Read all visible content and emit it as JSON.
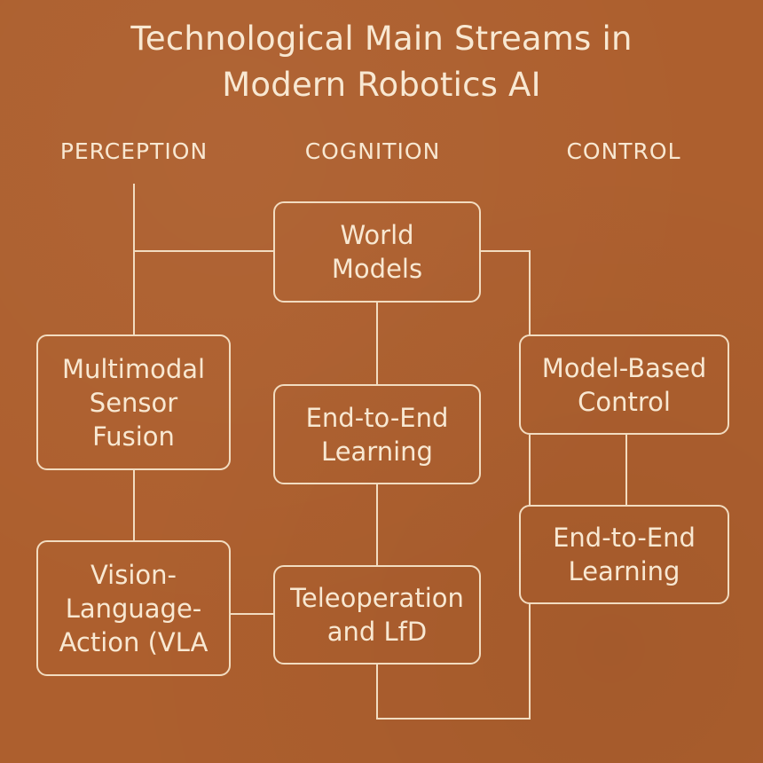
{
  "title": {
    "line1": "Technological Main Streams in",
    "line2": "Modern Robotics AI"
  },
  "columns": {
    "perception": "PERCEPTION",
    "cognition": "COGNITION",
    "control": "CONTROL"
  },
  "nodes": {
    "world_models": [
      "World",
      "Models"
    ],
    "multimodal_fusion": [
      "Multimodal",
      "Sensor",
      "Fusion"
    ],
    "e2e_cognition": [
      "End-to-End",
      "Learning"
    ],
    "vla": [
      "Vision-",
      "Language-",
      "Action (VLA"
    ],
    "teleoperation": [
      "Teleoperation",
      "and LfD"
    ],
    "model_based_control": [
      "Model-Based",
      "Control"
    ],
    "e2e_control": [
      "End-to-End",
      "Learning"
    ]
  },
  "colors": {
    "background": "#ad5f2e",
    "line": "#f2dcc0",
    "text": "#f8e8d2"
  }
}
